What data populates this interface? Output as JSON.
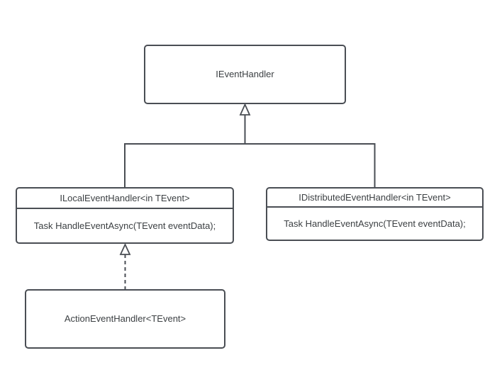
{
  "diagram": {
    "kind": "uml-class-diagram",
    "colors": {
      "background": "#ffffff",
      "stroke": "#4a4e54",
      "text": "#3c4043"
    },
    "nodes": {
      "event_handler": {
        "title": "IEventHandler"
      },
      "local_event_handler": {
        "title": "ILocalEventHandler<in TEvent>",
        "member": "Task HandleEventAsync(TEvent eventData);"
      },
      "distributed_event_handler": {
        "title": "IDistributedEventHandler<in TEvent>",
        "member": "Task HandleEventAsync(TEvent eventData);"
      },
      "action_event_handler": {
        "title": "ActionEventHandler<TEvent>"
      }
    },
    "edges": [
      {
        "from": "ILocalEventHandler<in TEvent>",
        "to": "IEventHandler",
        "type": "generalization",
        "line": "solid",
        "arrowhead": "hollow-triangle"
      },
      {
        "from": "IDistributedEventHandler<in TEvent>",
        "to": "IEventHandler",
        "type": "generalization",
        "line": "solid",
        "arrowhead": "hollow-triangle"
      },
      {
        "from": "ActionEventHandler<TEvent>",
        "to": "ILocalEventHandler<in TEvent>",
        "type": "realization",
        "line": "dashed",
        "arrowhead": "hollow-triangle"
      }
    ]
  }
}
